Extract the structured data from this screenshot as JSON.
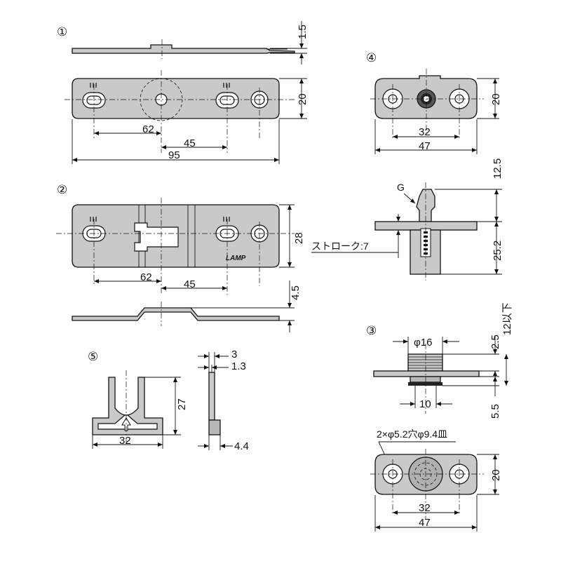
{
  "part_numbers": {
    "p1": "①",
    "p2": "②",
    "p3": "③",
    "p4": "④",
    "p5": "⑤"
  },
  "part1": {
    "thickness": "1.5",
    "height": "20",
    "pitch_a": "62",
    "pitch_b": "45",
    "length": "95"
  },
  "part2": {
    "height": "28",
    "pitch_a": "62",
    "pitch_b": "45",
    "step": "4.5",
    "brand": "LAMP"
  },
  "part3": {
    "dia": "φ16",
    "top": "2.5",
    "max": "12以下",
    "bottom": "5.5",
    "boss": "10",
    "holes_note": "2×φ5.2穴φ9.4皿",
    "height": "20",
    "pitch": "32",
    "length": "47"
  },
  "part4": {
    "height": "20",
    "pitch": "32",
    "length": "47",
    "g_label": "G",
    "stroke_label": "ストローク:7",
    "top": "12.5",
    "bottom": "25.2"
  },
  "part5": {
    "t1": "3",
    "t2": "1.3",
    "height": "27",
    "width": "32",
    "depth": "4.4"
  },
  "colors": {
    "part_fill": "#c9c9c9",
    "line": "#111111",
    "background": "#ffffff"
  }
}
